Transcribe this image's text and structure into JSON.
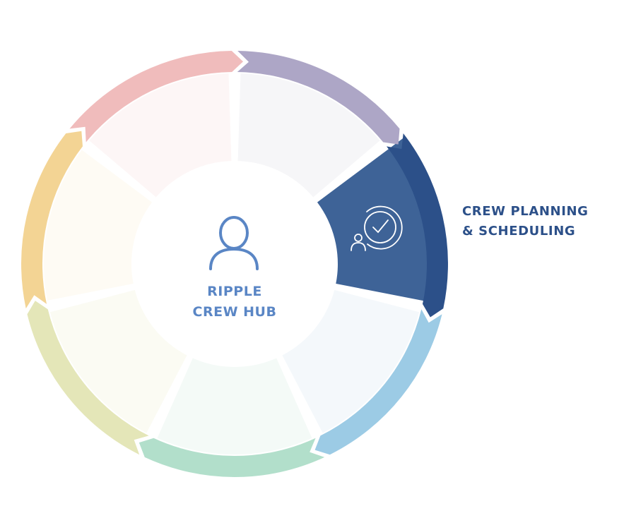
{
  "hub": {
    "line1": "RIPPLE",
    "line2": "CREW HUB",
    "icon": "person-outline-icon",
    "color": "#5a86c5"
  },
  "segments": [
    {
      "id": "segment-1",
      "label": "",
      "arrow_color": "#ada6c6",
      "fill": "#f6f6f8",
      "active": false
    },
    {
      "id": "segment-2",
      "label_line1": "CREW PLANNING",
      "label_line2": "& SCHEDULING",
      "icon": "clock-person-icon",
      "arrow_color": "#2c5089",
      "fill": "#3e6397",
      "active": true
    },
    {
      "id": "segment-3",
      "label": "",
      "arrow_color": "#9ccbe5",
      "fill": "#f4f8fb",
      "active": false
    },
    {
      "id": "segment-4",
      "label": "",
      "arrow_color": "#b2dfcb",
      "fill": "#f4faf7",
      "active": false
    },
    {
      "id": "segment-5",
      "label": "",
      "arrow_color": "#e4e6b8",
      "fill": "#fbfbf3",
      "active": false
    },
    {
      "id": "segment-6",
      "label": "",
      "arrow_color": "#f3d494",
      "fill": "#fefbf4",
      "active": false
    },
    {
      "id": "segment-7",
      "label": "",
      "arrow_color": "#f0bcbc",
      "fill": "#fdf6f6",
      "active": false
    }
  ]
}
